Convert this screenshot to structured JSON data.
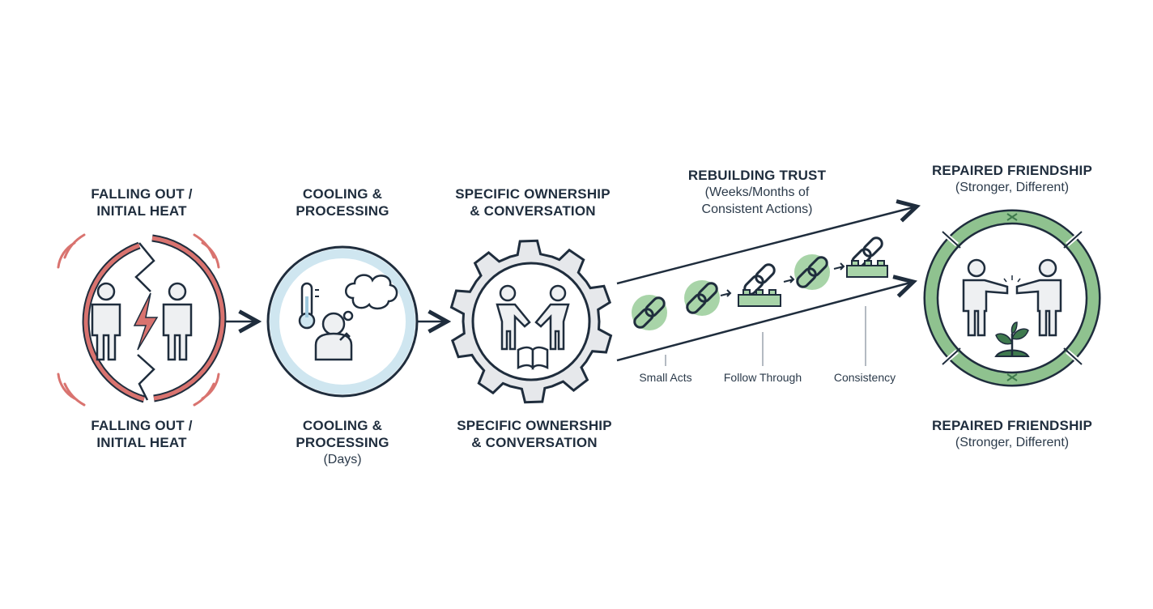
{
  "stages": [
    {
      "top_title": [
        "FALLING OUT /",
        "INITIAL HEAT"
      ],
      "bottom_title": [
        "FALLING OUT /",
        "INITIAL HEAT"
      ]
    },
    {
      "top_title": [
        "COOLING &",
        "PROCESSING"
      ],
      "bottom_title": [
        "COOLING &",
        "PROCESSING"
      ],
      "bottom_sub": "(Days)"
    },
    {
      "top_title": [
        "SPECIFIC OWNERSHIP",
        "& CONVERSATION"
      ],
      "bottom_title": [
        "SPECIFIC OWNERSHIP",
        "& CONVERSATION"
      ]
    },
    {
      "top_title": [
        "REBUILDING TRUST"
      ],
      "top_sub": [
        "(Weeks/Months of",
        "Consistent Actions)"
      ]
    },
    {
      "top_title": [
        "REPAIRED FRIENDSHIP"
      ],
      "top_sub": [
        "(Stronger, Different)"
      ],
      "bottom_title": [
        "REPAIRED FRIENDSHIP"
      ],
      "bottom_sub": "(Stronger, Different)"
    }
  ],
  "trust_steps": [
    "Small Acts",
    "Follow Through",
    "Consistency"
  ],
  "colors": {
    "ink": "#1f2d3d",
    "conflict_red": "#d9736f",
    "cool_blue": "#cfe6f0",
    "gear_gray": "#e6e8eb",
    "growth_green": "#8fc28f",
    "growth_dark": "#3f7a4e"
  },
  "icons": [
    "lightning-icon",
    "thermometer-icon",
    "thought-bubble-icon",
    "handshake-icon",
    "book-icon",
    "chain-link-icon",
    "building-blocks-icon",
    "sprout-icon",
    "arrow-icon"
  ]
}
